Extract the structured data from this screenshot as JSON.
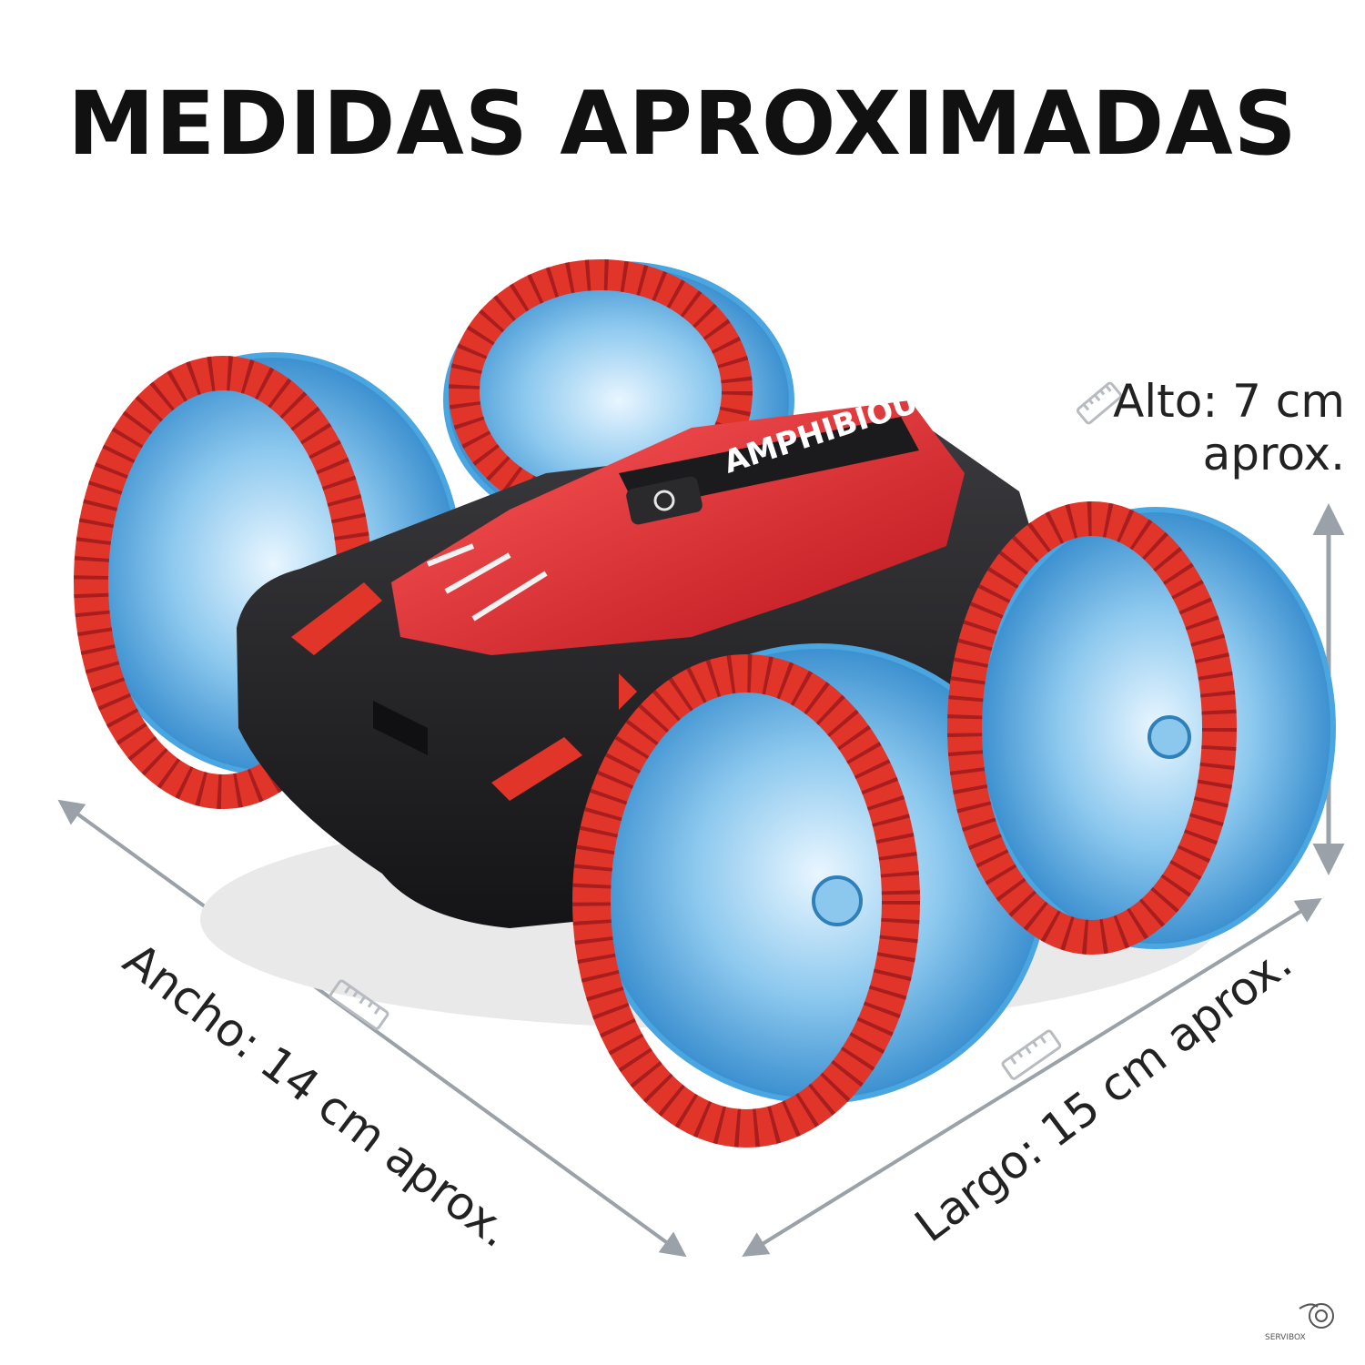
{
  "title": "MEDIDAS APROXIMADAS",
  "product": {
    "logo_text": "AMPHIBIOUS"
  },
  "dimensions": {
    "alto_line1": "Alto: 7 cm",
    "alto_line2": "aprox.",
    "ancho": "Ancho: 14 cm aprox.",
    "largo": "Largo: 15 cm aprox."
  },
  "brand": {
    "mark_text": "SERVIBOX"
  },
  "colors": {
    "wheel_blue": "#4aa6e0",
    "tread_red": "#e2352a",
    "body_red": "#d8262c",
    "body_black": "#1d1d1f",
    "arrow_gray": "#9aa1a8"
  }
}
